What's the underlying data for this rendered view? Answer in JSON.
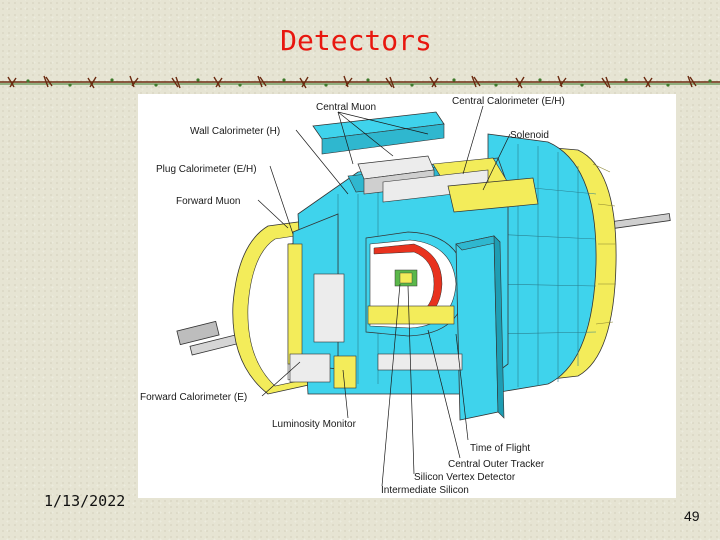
{
  "slide": {
    "title": "Detectors",
    "date": "1/13/2022",
    "page_number": "49"
  },
  "diagram": {
    "labels": {
      "central_muon": "Central Muon",
      "central_calorimeter": "Central Calorimeter (E/H)",
      "wall_calorimeter": "Wall Calorimeter  (H)",
      "solenoid": "Solenoid",
      "plug_calorimeter": "Plug Calorimeter (E/H)",
      "forward_muon": "Forward Muon",
      "forward_calorimeter": "Forward Calorimeter (E)",
      "luminosity_monitor": "Luminosity Monitor",
      "time_of_flight": "Time of Flight",
      "central_outer_tracker": "Central Outer Tracker",
      "silicon_vertex_detector": "Silicon Vertex Detector",
      "intermediate_silicon": "Intermediate Silicon"
    },
    "colors": {
      "cyan": "#3fd3ec",
      "yellow": "#f3ec5a",
      "red": "#e8321e",
      "grey": "#c8c8c8",
      "green": "#5bb84a"
    }
  }
}
